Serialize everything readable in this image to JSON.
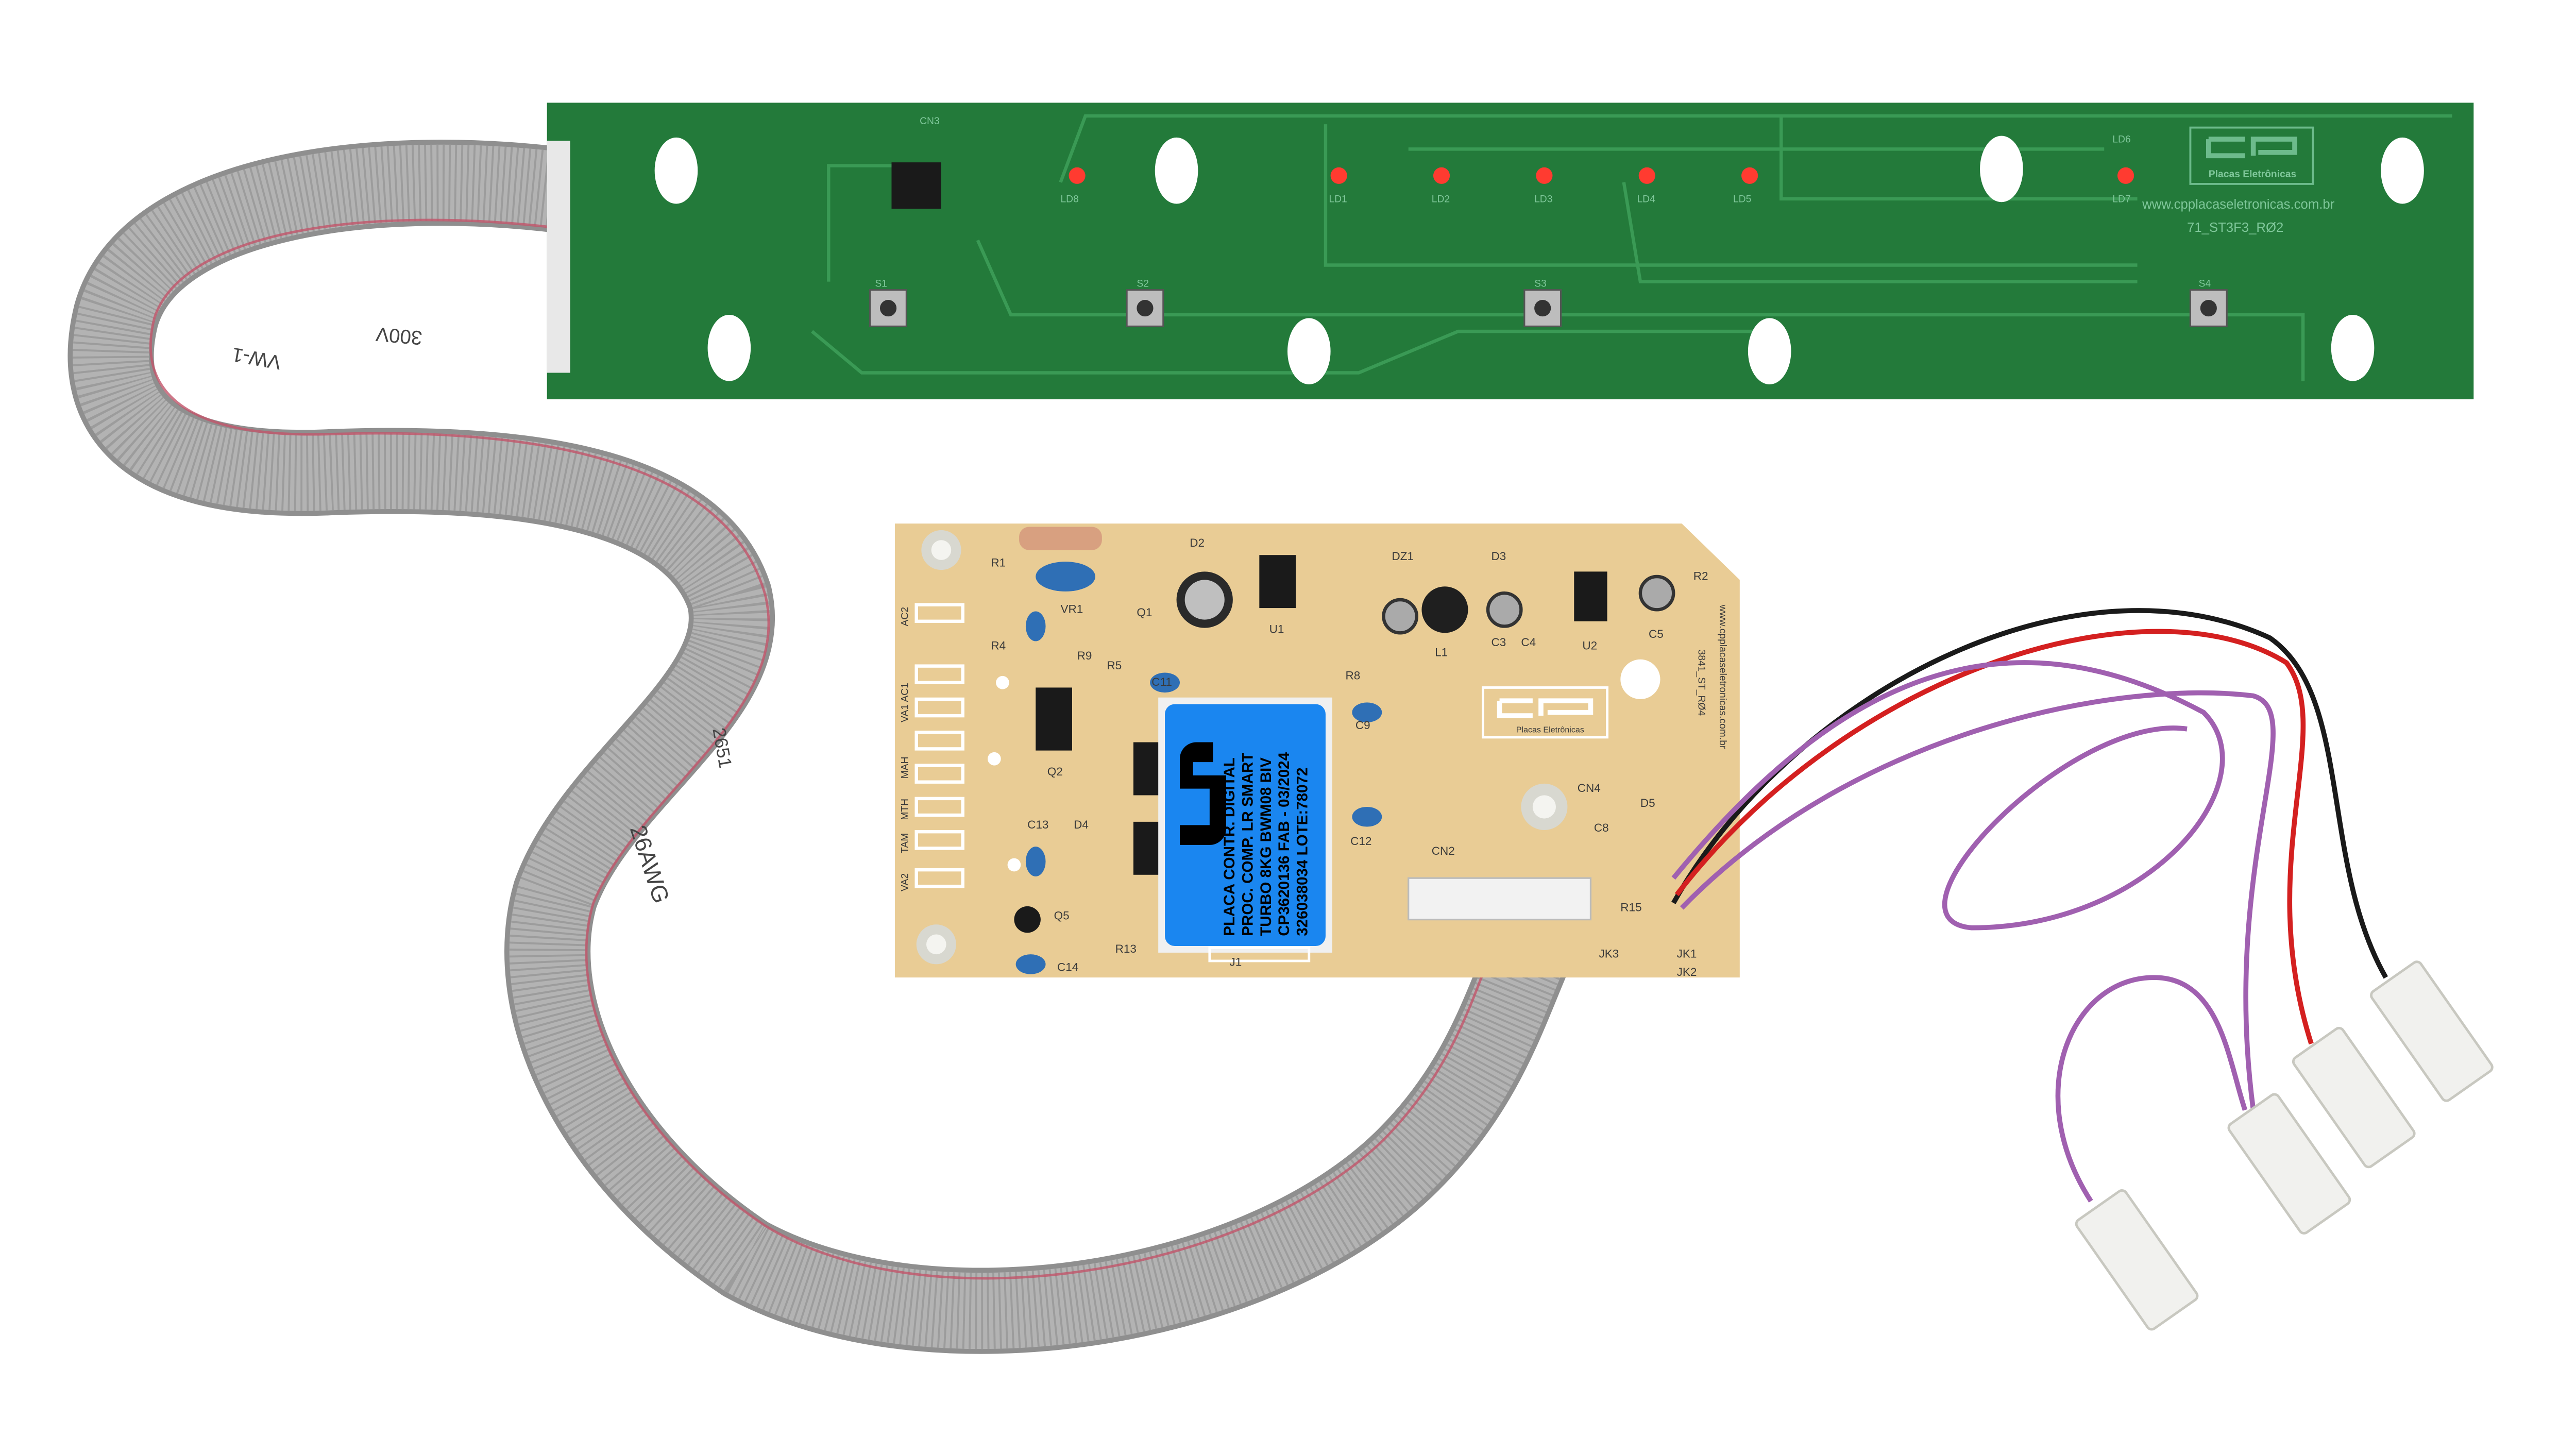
{
  "colors": {
    "background": "#ffffff",
    "green_pcb": "#237a3a",
    "beige_pcb": "#e9cc95",
    "label_blue": "#1a86f0",
    "ribbon_gray": "#a9a9a9",
    "led_red": "#ff3b30",
    "wire_black": "#1a1a1a",
    "wire_red": "#d42020",
    "wire_purple": "#a060b0",
    "connector_white": "#f1f1ee"
  },
  "display_board": {
    "logo_text": "Placas Eletrônicas",
    "website": "www.cpplacaseletronicas.com.br",
    "revision": "71_ST3F3_RØ2",
    "leds": [
      "LD1",
      "LD2",
      "LD3",
      "LD4",
      "LD5",
      "LD6",
      "LD7",
      "LD8"
    ],
    "switches": [
      "S1",
      "S2",
      "S3",
      "S4"
    ],
    "connector": "CN3"
  },
  "control_board": {
    "label": {
      "lines": [
        "PLACA CONTR.  DIGITAL",
        "PROC. COMP. LR SMART",
        "TURBO 8KG BWM08 BIV",
        "CP3620136 FAB - 03/2024",
        "326038034     LOTE:78072"
      ]
    },
    "website": "www.cpplacaseletronicas.com.br",
    "revision": "3841_ST_RØ4",
    "logo_text": "Placas Eletrônicas",
    "components": [
      "R1",
      "VR1",
      "D2",
      "U1",
      "DZ1",
      "D3",
      "U2",
      "C5",
      "R2",
      "Q1",
      "L1",
      "C3",
      "C4",
      "R4",
      "R9",
      "R5",
      "Q2",
      "C11",
      "R8",
      "C9",
      "D5",
      "CN4",
      "C13",
      "D4",
      "Q5",
      "C14",
      "R13",
      "C12",
      "J1",
      "CN2",
      "C8",
      "R15",
      "JK3",
      "JK1",
      "JK2"
    ],
    "side_labels": [
      "AC2",
      "VA1 AC1",
      "MAH",
      "MTH",
      "TAM",
      "VA2"
    ]
  },
  "ribbon_cable": {
    "markings": [
      "26AWG",
      "2651",
      "VW-1",
      "300V"
    ]
  }
}
